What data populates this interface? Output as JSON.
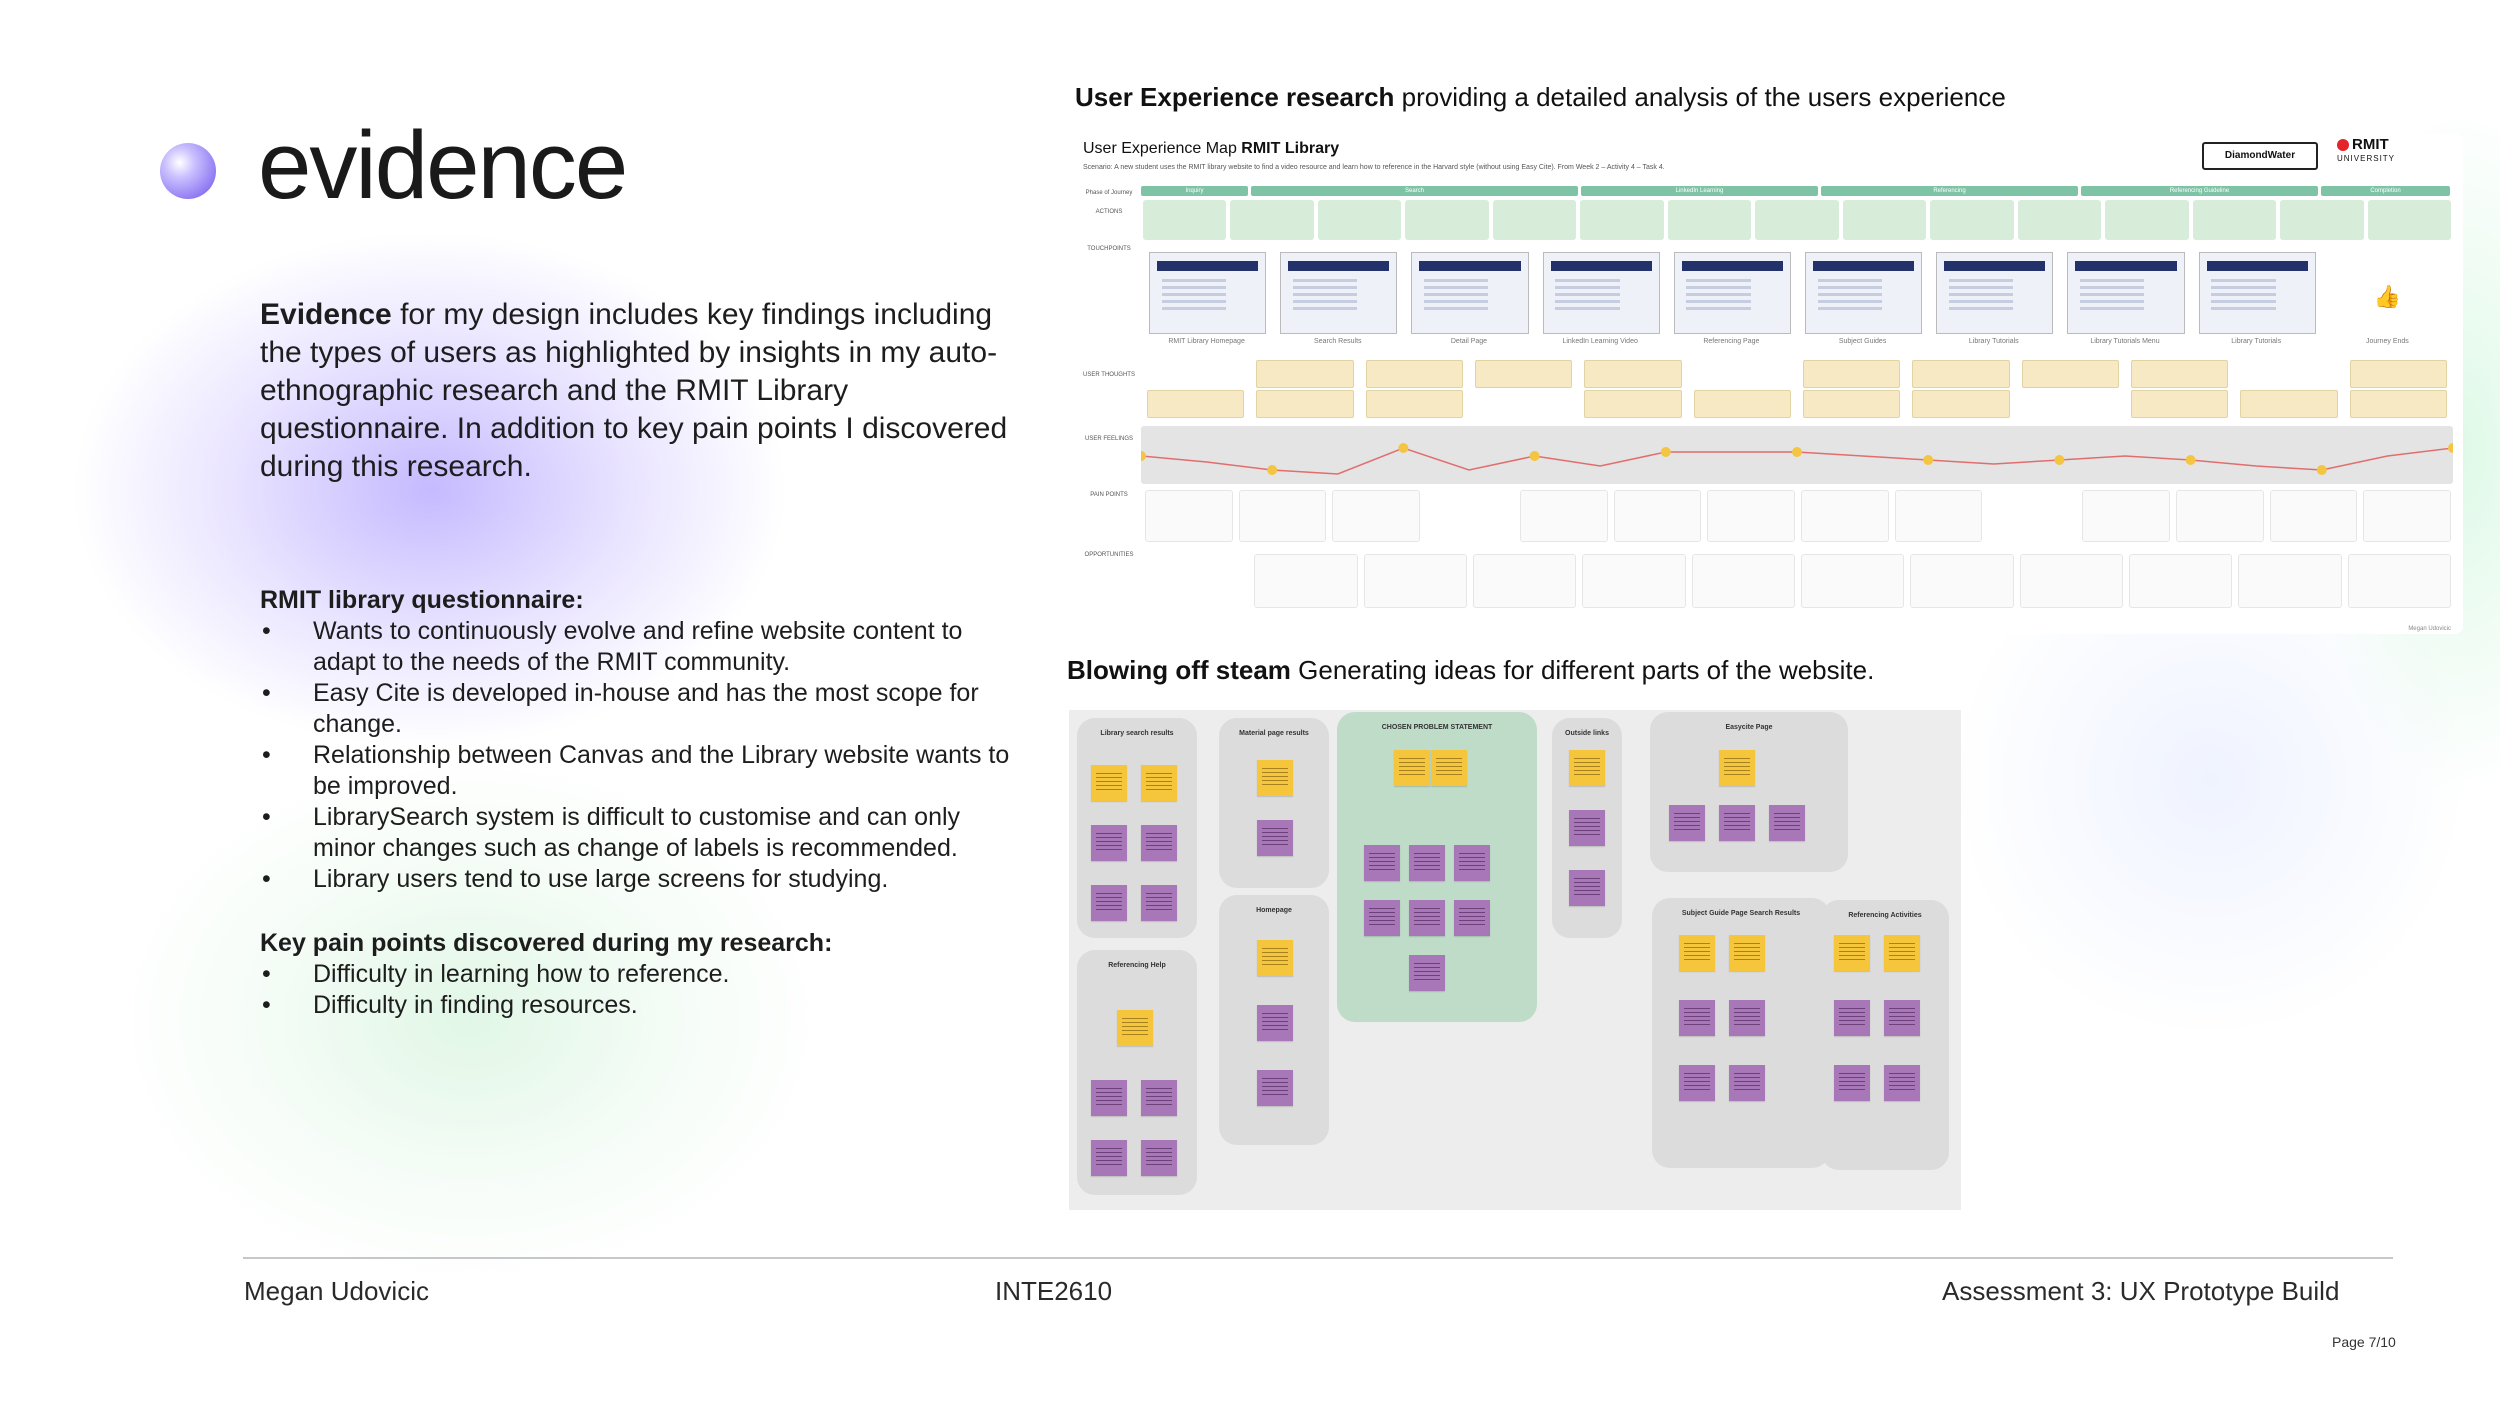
{
  "slide": {
    "title": "evidence",
    "intro_bold": "Evidence",
    "intro_text": " for my design includes key findings including the types of users as highlighted by insights in my auto-ethnographic research and the RMIT Library questionnaire. In addition to key pain points I discovered during this research."
  },
  "questionnaire": {
    "heading": "RMIT library questionnaire:",
    "items": [
      "Wants to continuously evolve and refine website content to adapt to the needs of the RMIT community.",
      "Easy Cite is developed in-house and has the most scope for change.",
      "Relationship between Canvas and the Library website wants to be improved.",
      "LibrarySearch system is difficult to customise and can only minor changes such as change of labels is recommended.",
      "Library users tend to use large screens for studying."
    ]
  },
  "pain_points": {
    "heading": "Key pain points discovered during my research:",
    "items": [
      "Difficulty in learning how to reference.",
      "Difficulty in finding resources."
    ]
  },
  "ux_section": {
    "heading_bold": "User Experience research",
    "heading_rest": " providing a detailed analysis of the users experience"
  },
  "ux_map": {
    "title_prefix": "User Experience Map ",
    "title_bold": "RMIT Library",
    "scenario": "Scenario: A new student uses the RMIT library website to find a video resource and learn how to reference in the Harvard style (without using Easy Cite). From Week 2 – Activity 4 – Task 4.",
    "logo1": "DiamondWater",
    "logo2": "RMIT",
    "logo2_sub": "UNIVERSITY",
    "row_labels": [
      "Phase of Journey",
      "ACTIONS",
      "TOUCHPOINTS",
      "USER THOUGHTS",
      "USER FEELINGS",
      "PAIN POINTS",
      "OPPORTUNITIES"
    ],
    "phases": [
      "Inquiry",
      "Search",
      "LinkedIn Learning",
      "Referencing",
      "Referencing Guideline",
      "Completion"
    ],
    "touchpoints": [
      "RMIT Library Homepage",
      "Search Results",
      "Detail Page",
      "LinkedIn Learning Video",
      "Referencing Page",
      "Subject Guides",
      "Library Tutorials",
      "Library Tutorials Menu",
      "Library Tutorials",
      "Journey Ends"
    ],
    "credit": "Megan Udovicic",
    "colors": {
      "phase": "#7fc3a6",
      "action": "#d7ecd9",
      "thought": "#f7e9c3",
      "feeling_band": "#e4e4e4",
      "feeling_line": "#e26d6d"
    }
  },
  "steam_section": {
    "heading_bold": "Blowing off steam",
    "heading_rest": " Generating ideas for different parts of the website."
  },
  "board": {
    "clusters": [
      "Library search results",
      "Material page results",
      "CHOSEN PROBLEM STATEMENT",
      "Outside links",
      "Easycite Page",
      "Homepage",
      "Referencing Help",
      "Subject Guide Page Search Results",
      "Referencing Activities"
    ],
    "colors": {
      "purple": "#a877b8",
      "yellow": "#f5c63b",
      "cluster": "#dcdcdc",
      "problem_cluster": "#bfdcc9"
    }
  },
  "footer": {
    "author": "Megan Udovicic",
    "course": "INTE2610",
    "assessment": "Assessment 3: UX Prototype Build",
    "page": "Page 7/10"
  }
}
